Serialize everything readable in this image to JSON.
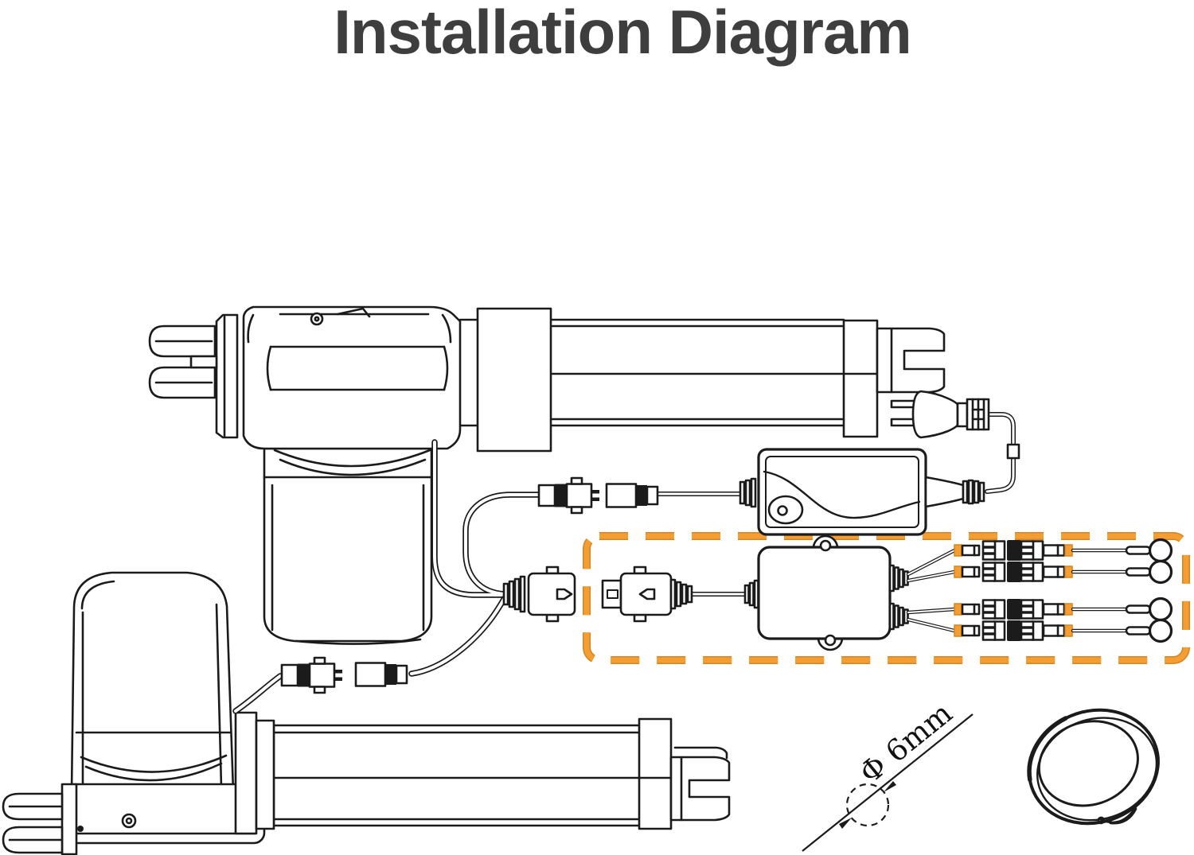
{
  "page": {
    "title": "Installation Diagram"
  },
  "annotation": {
    "hole_diameter": "Φ 6mm"
  },
  "colors": {
    "background": "#ffffff",
    "title": "#3e3e3e",
    "line": "#1b1b1b",
    "highlight": "#f49d33",
    "highlight_border": "#d3861f"
  },
  "components": {
    "top_actuator": "linear-actuator",
    "bottom_actuator": "linear-actuator",
    "power_adapter": "ac-dc-power-adapter",
    "power_plug": "two-prong-ac-plug",
    "control_box": "control-box",
    "highlight_box": "included-wiring-kit",
    "round_buttons_count": 4,
    "mounting_ring": "round-mounting-ring",
    "drill_hole": "6mm-drill-hole-marker"
  }
}
